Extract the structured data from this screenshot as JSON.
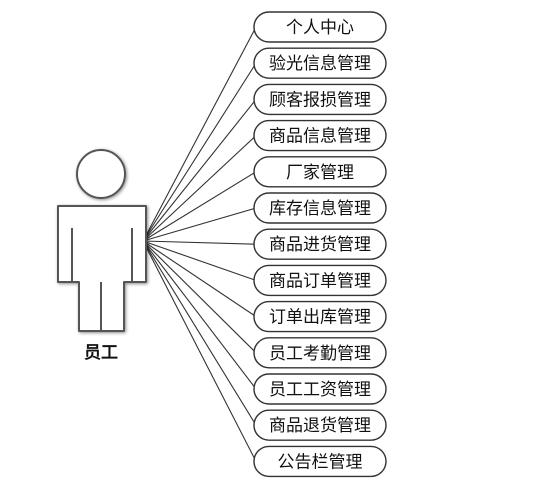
{
  "actor": {
    "label": "员工",
    "icon": "person-icon"
  },
  "use_cases": [
    "个人中心",
    "验光信息管理",
    "顾客报损管理",
    "商品信息管理",
    "厂家管理",
    "库存信息管理",
    "商品进货管理",
    "商品订单管理",
    "订单出库管理",
    "员工考勤管理",
    "员工工资管理",
    "商品退货管理",
    "公告栏管理"
  ],
  "colors": {
    "stroke": "#333333",
    "actor_fill": "#ffffff",
    "text": "#111111"
  }
}
